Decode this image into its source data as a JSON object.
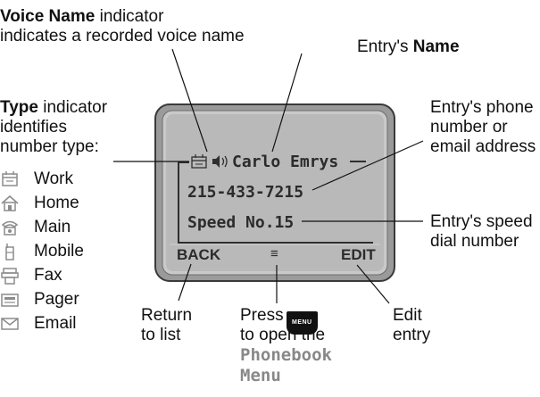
{
  "labels": {
    "voice_name_bold": "Voice Name",
    "voice_name_rest1": " indicator",
    "voice_name_line2": "indicates a recorded voice name",
    "entry_name_prefix": "Entry's ",
    "entry_name_bold": "Name",
    "type_bold": "Type",
    "type_rest1": " indicator",
    "type_line2": "identifies",
    "type_line3": "number type:",
    "phone_line1": "Entry's phone",
    "phone_line2": "number or",
    "phone_line3": "email address",
    "speed_line1": "Entry's speed",
    "speed_line2": "dial number",
    "return_line1": "Return",
    "return_line2": "to list",
    "press_word": "Press",
    "menu_key": "MENU",
    "press_line2": "to open the",
    "phonebook_line1": "Phonebook",
    "phonebook_line2": "Menu",
    "edit_line1": "Edit",
    "edit_line2": "entry"
  },
  "screen": {
    "name_line": "Carlo Emrys",
    "phone_line": "215-433-7215",
    "speed_line": "Speed No.15",
    "soft_left": "BACK",
    "soft_right": "EDIT",
    "menu_glyph": "≡"
  },
  "types": [
    {
      "icon": "work-icon",
      "label": "Work"
    },
    {
      "icon": "home-icon",
      "label": "Home"
    },
    {
      "icon": "main-icon",
      "label": "Main"
    },
    {
      "icon": "mobile-icon",
      "label": "Mobile"
    },
    {
      "icon": "fax-icon",
      "label": "Fax"
    },
    {
      "icon": "pager-icon",
      "label": "Pager"
    },
    {
      "icon": "email-icon",
      "label": "Email"
    }
  ],
  "colors": {
    "screen_bg": "#bcbcbc",
    "bezel": "#8a8a8a",
    "icon_gray": "#8c8c8c"
  }
}
